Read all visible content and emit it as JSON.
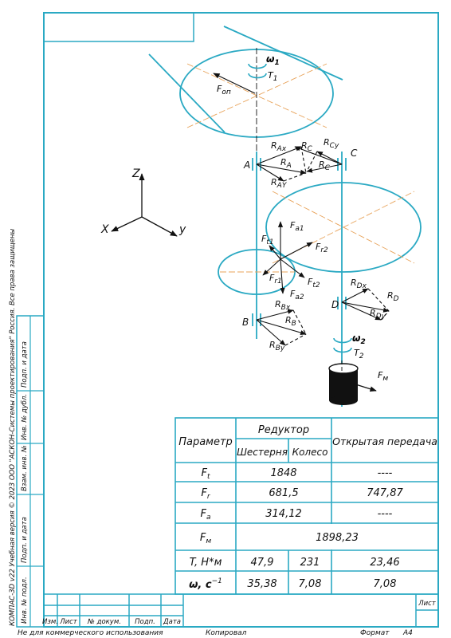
{
  "colors": {
    "frame": "#2aa9c3",
    "axis": "#e8a35a",
    "ink": "#111111",
    "tint": "#eef7fa"
  },
  "side": {
    "copyright": "КОМПАС-3D v22 Учебная версия © 2023 ООО \"АСКОН-Системы проектирования\" Россия. Все права защищены",
    "f1": "Инв. № подл.",
    "f2": "Подп. и дата",
    "f3": "Взам. инв. №",
    "f4": "Инв. № дубл.",
    "f5": "Подп. и дата"
  },
  "labels": {
    "omega1": "ω",
    "omega1_sub": "1",
    "T1": "T",
    "T1_sub": "1",
    "Fop": "F",
    "Fop_sub": "оп",
    "Rax": "R",
    "Rax_sub": "Ax",
    "Ra": "R",
    "Ra_sub": "A",
    "Ray": "R",
    "Ray_sub": "AY",
    "Rc_top": "R",
    "Rc_top_sub": "C",
    "Rcy": "R",
    "Rcy_sub": "Cy",
    "Rc": "R",
    "Rc_sub": "C",
    "A": "A",
    "C": "C",
    "B": "B",
    "D": "D",
    "Z": "Z",
    "X": "X",
    "Y": "y",
    "Fa1": "F",
    "Fa1_sub": "a1",
    "Ft1": "F",
    "Ft1_sub": "t1",
    "Fr2": "F",
    "Fr2_sub": "r2",
    "Fr1": "F",
    "Fr1_sub": "r1",
    "Ft2": "F",
    "Ft2_sub": "t2",
    "Fa2": "F",
    "Fa2_sub": "a2",
    "Rbx": "R",
    "Rbx_sub": "Bx",
    "Rb": "R",
    "Rb_sub": "B",
    "Rby": "R",
    "Rby_sub": "By",
    "Rdx": "R",
    "Rdx_sub": "Dx",
    "Rd": "R",
    "Rd_sub": "D",
    "Rdy": "R",
    "Rdy_sub": "Dy",
    "omega2": "ω",
    "omega2_sub": "2",
    "T2": "T",
    "T2_sub": "2",
    "Fm": "F",
    "Fm_sub": "м"
  },
  "table": {
    "h_param": "Параметр",
    "h_reducer": "Редуктор",
    "h_gear": "Шестерня",
    "h_wheel": "Колесо",
    "h_open": "Открытая передача",
    "rows": [
      {
        "p": "F",
        "sub": "t",
        "merged": "1848",
        "open": "----"
      },
      {
        "p": "F",
        "sub": "r",
        "merged": "681,5",
        "open": "747,87"
      },
      {
        "p": "F",
        "sub": "a",
        "merged": "314,12",
        "open": "----"
      },
      {
        "p": "F",
        "sub": "м",
        "all": "1898,23"
      },
      {
        "p": "T, Н*м",
        "gear": "47,9",
        "wheel": "231",
        "open": "23,46"
      },
      {
        "p": "ω, с",
        "sup": "−1",
        "gear": "35,38",
        "wheel": "7,08",
        "open": "7,08"
      }
    ]
  },
  "stamp": {
    "izm": "Изм.",
    "list": "Лист",
    "ndoc": "№ докум.",
    "podp": "Подп.",
    "data": "Дата",
    "list_r": "Лист"
  },
  "footer": {
    "noncom": "Не для коммерческого использования",
    "copied": "Копировал",
    "format": "Формат",
    "size": "А4"
  }
}
